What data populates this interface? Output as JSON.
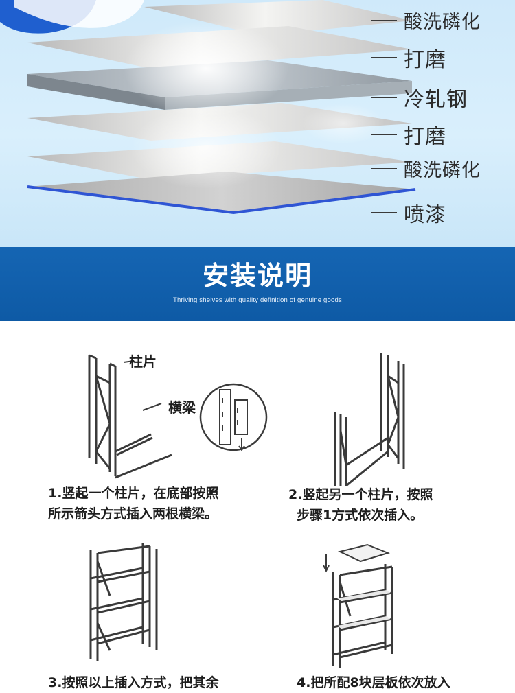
{
  "layers": {
    "labels": [
      "酸洗磷化",
      "打磨",
      "冷轧钢",
      "打磨",
      "酸洗磷化",
      "喷漆"
    ]
  },
  "section": {
    "title": "安装说明",
    "subtitle": "Thriving shelves with quality definition of genuine goods"
  },
  "diagram": {
    "label_upright": "柱片",
    "label_beam": "横梁"
  },
  "steps": [
    {
      "line1": "1.竖起一个柱片，在底部按照",
      "line2": "所示箭头方式插入两根横梁。"
    },
    {
      "line1": "2.竖起另一个柱片，按照",
      "line2": "步骤1方式依次插入。"
    },
    {
      "line1": "3.按照以上插入方式，把其余"
    },
    {
      "line1": "4.把所配8块层板依次放入"
    }
  ],
  "colors": {
    "band": "#1565b3",
    "paint_layer": "#2f55d4",
    "background": "#d4ecfb"
  }
}
